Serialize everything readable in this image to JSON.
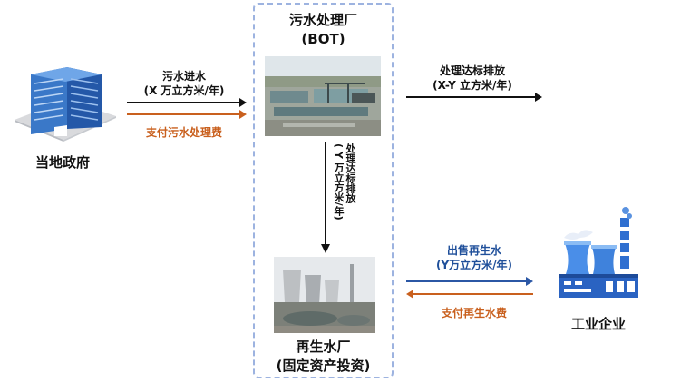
{
  "nodes": {
    "government": {
      "label": "当地政府"
    },
    "plant": {
      "line1": "污水处理厂",
      "line2": "(BOT)"
    },
    "reuse": {
      "line1": "再生水厂",
      "line2": "(固定资产投资)"
    },
    "enterprise": {
      "label": "工业企业"
    }
  },
  "flows": {
    "sewage_in": {
      "line1": "污水进水",
      "line2": "(X 万立方米/年)"
    },
    "pay_fee": {
      "label": "支付污水处理费"
    },
    "discharge": {
      "line1": "处理达标排放",
      "line2": "(X-Y 立方米/年)"
    },
    "to_reuse": {
      "line1": "处理达标排放",
      "line2": "( Y 万立方米/年)"
    },
    "sell_water": {
      "line1": "出售再生水",
      "line2": "(Y万立方米/年)"
    },
    "pay_water": {
      "label": "支付再生水费"
    }
  },
  "colors": {
    "black_arrow": "#111111",
    "orange": "#c9601e",
    "blue": "#2b57a5",
    "dashed_border": "#9db3e0"
  },
  "icons": {
    "government": "office-building-icon",
    "enterprise": "factory-icon"
  }
}
